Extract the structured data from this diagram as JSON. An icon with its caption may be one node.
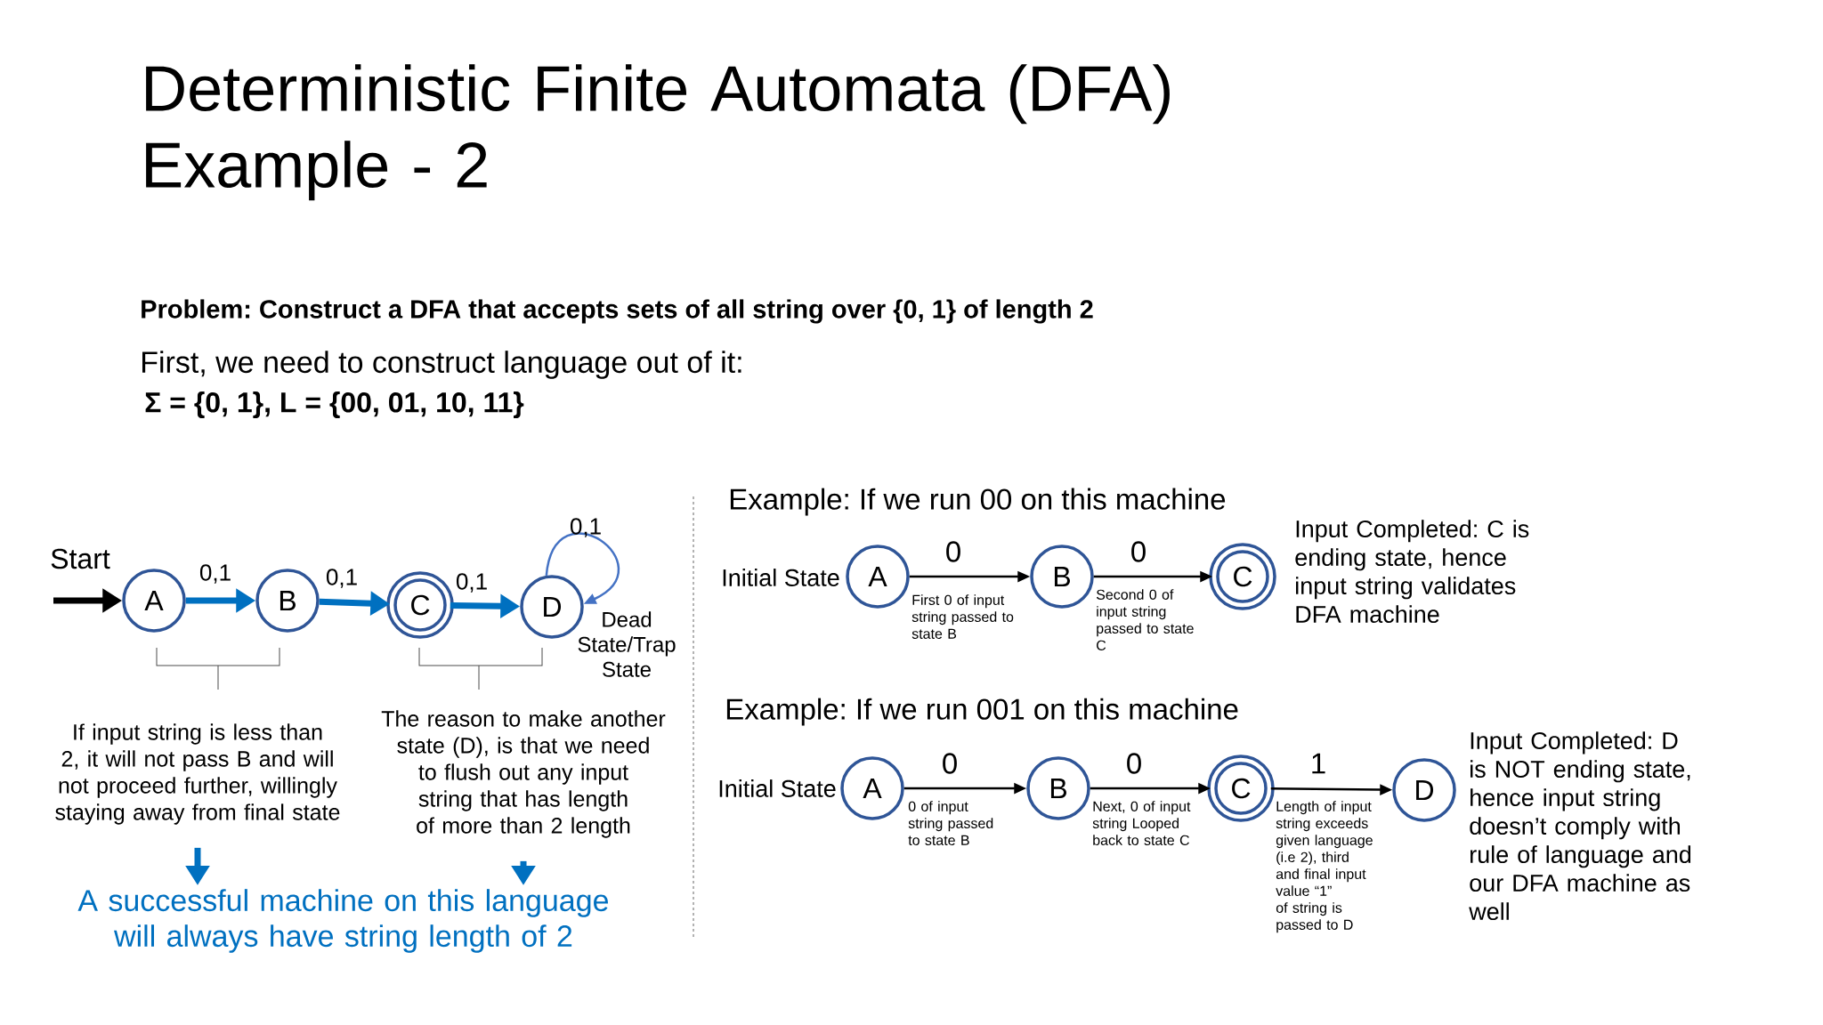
{
  "diagram": {
    "title": "Deterministic Finite Automata (DFA) Example - 2",
    "nodes": [
      {
        "text": [
          "A"
        ],
        "beside": [
          "Start"
        ]
      },
      {
        "text": [
          "B"
        ]
      },
      {
        "text": [
          "C"
        ]
      },
      {
        "text": [
          "D"
        ],
        "beside": [
          "Dead State/Trap State"
        ]
      },
      {
        "text": [
          "If input string is less than 2, it will not pass B and will not proceed further, willingly staying away from final state"
        ]
      },
      {
        "text": [
          "The reason to make another state (D), is that we need to flush out any input string that has length of more than 2 length"
        ]
      },
      {
        "text": [
          "A successful machine on this language will always have string length of 2"
        ]
      },
      {
        "text": [
          "A"
        ],
        "beside": [
          "Initial State"
        ]
      },
      {
        "text": [
          "B"
        ]
      },
      {
        "text": [
          "C"
        ],
        "beside": [
          "Input Completed: C is ending state, hence input string validates DFA machine"
        ]
      },
      {
        "text": [
          "A"
        ],
        "beside": [
          "Initial State"
        ]
      },
      {
        "text": [
          "B"
        ]
      },
      {
        "text": [
          "C"
        ]
      },
      {
        "text": [
          "D"
        ],
        "beside": [
          "Input Completed: D is NOT ending state, hence input string doesn’t comply with rule of language and our DFA machine as well"
        ]
      }
    ],
    "edges": [
      {
        "from": null,
        "to": 0,
        "arrow": "to",
        "style": "thick"
      },
      {
        "from": 0,
        "to": 1,
        "arrow": "to",
        "label": "0,1",
        "style": "thick",
        "color": "#0070c0"
      },
      {
        "from": 1,
        "to": 2,
        "arrow": "to",
        "label": "0,1",
        "style": "thick",
        "color": "#0070c0"
      },
      {
        "from": 2,
        "to": 3,
        "arrow": "to",
        "label": "0,1",
        "style": "thick",
        "color": "#0070c0"
      },
      {
        "from": 3,
        "to": 3,
        "arrow": "to",
        "label": "0,1",
        "color": "#4472c4"
      },
      {
        "from": 4,
        "to": 6,
        "arrow": "to",
        "style": "thick",
        "color": "#0070c0"
      },
      {
        "from": 5,
        "to": 6,
        "arrow": "to",
        "style": "thick",
        "color": "#0070c0"
      },
      {
        "from": 7,
        "to": 8,
        "arrow": "to",
        "label": "0"
      },
      {
        "from": 8,
        "to": 9,
        "arrow": "to",
        "label": "0"
      },
      {
        "from": 10,
        "to": 11,
        "arrow": "to",
        "label": "0"
      },
      {
        "from": 11,
        "to": 12,
        "arrow": "to",
        "label": "0"
      },
      {
        "from": 12,
        "to": 13,
        "arrow": "to",
        "label": "1"
      }
    ],
    "labels": [
      "Problem: Construct a DFA that accepts sets of all string over {0, 1} of length 2",
      "First, we need to construct language out of it:",
      "Σ = {0, 1}, L = {00, 01, 10, 11}",
      "Example: If we run 00 on this machine",
      "First 0 of input string passed to state B",
      "Second 0 of input string passed to state C",
      "Example: If we run 001 on this machine",
      "0 of input string passed to state B",
      "Next, 0 of input string Looped back to state C",
      "Length of input string exceeds given language (i.e 2), third and final input value “1” of string is passed to D"
    ]
  }
}
